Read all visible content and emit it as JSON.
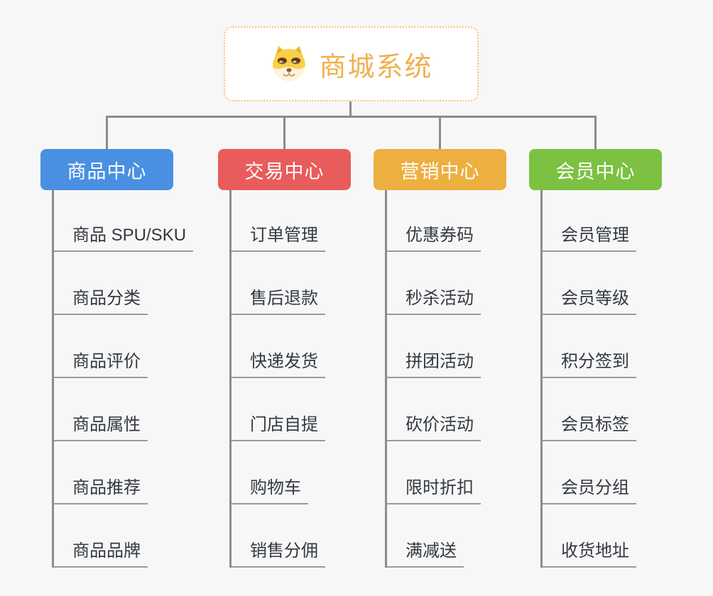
{
  "page": {
    "background_color": "#F7F7F7",
    "connector_color": "#8C8C8C",
    "underline_color": "#9B9B9B"
  },
  "root": {
    "title": "商城系统",
    "title_color": "#F0B04E",
    "border_color": "#F2C36B",
    "icon": "doge-dog-icon"
  },
  "branches": [
    {
      "label": "商品中心",
      "color": "#4A90E2",
      "children": [
        "商品 SPU/SKU",
        "商品分类",
        "商品评价",
        "商品属性",
        "商品推荐",
        "商品品牌"
      ]
    },
    {
      "label": "交易中心",
      "color": "#E95C5C",
      "children": [
        "订单管理",
        "售后退款",
        "快递发货",
        "门店自提",
        "购物车",
        "销售分佣"
      ]
    },
    {
      "label": "营销中心",
      "color": "#EDAF40",
      "children": [
        "优惠券码",
        "秒杀活动",
        "拼团活动",
        "砍价活动",
        "限时折扣",
        "满减送"
      ]
    },
    {
      "label": "会员中心",
      "color": "#7CC142",
      "children": [
        "会员管理",
        "会员等级",
        "积分签到",
        "会员标签",
        "会员分组",
        "收货地址"
      ]
    }
  ]
}
